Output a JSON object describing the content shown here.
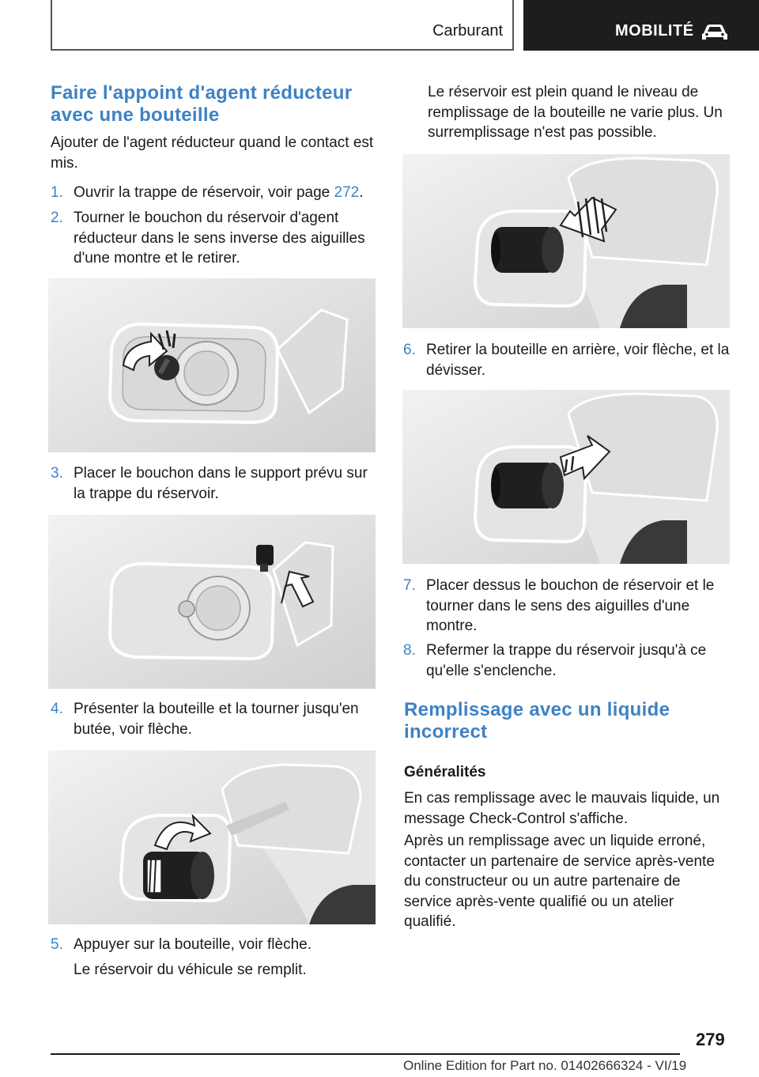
{
  "header": {
    "section": "Carburant",
    "chapter": "MOBILITÉ",
    "chapter_icon": "car-icon"
  },
  "left": {
    "heading": "Faire l'appoint d'agent réducteur avec une bouteille",
    "intro": "Ajouter de l'agent réducteur quand le contact est mis.",
    "steps": [
      {
        "num": "1.",
        "text_before": "Ouvrir la trappe de réservoir, voir page ",
        "link": "272",
        "text_after": "."
      },
      {
        "num": "2.",
        "text": "Tourner le bouchon du réservoir d'agent réducteur dans le sens inverse des aiguilles d'une montre et le retirer."
      },
      {
        "num": "3.",
        "text": "Placer le bouchon dans le support prévu sur la trappe du réservoir."
      },
      {
        "num": "4.",
        "text": "Présenter la bouteille et la tourner jusqu'en butée, voir flèche."
      },
      {
        "num": "5.",
        "text": "Appuyer sur la bouteille, voir flèche."
      }
    ],
    "step5_note": "Le réservoir du véhicule se remplit."
  },
  "right": {
    "full_para": "Le réservoir est plein quand le niveau de remplissage de la bouteille ne varie plus. Un surremplissage n'est pas possible.",
    "steps": [
      {
        "num": "6.",
        "text": "Retirer la bouteille en arrière, voir flèche, et la dévisser."
      },
      {
        "num": "7.",
        "text": "Placer dessus le bouchon de réservoir et le tourner dans le sens des aiguilles d'une montre."
      },
      {
        "num": "8.",
        "text": "Refermer la trappe du réservoir jusqu'à ce qu'elle s'enclenche."
      }
    ],
    "heading2": "Remplissage avec un liquide incorrect",
    "subheading": "Généralités",
    "para1": "En cas remplissage avec le mauvais liquide, un message Check-Control s'affiche.",
    "para2": "Après un remplissage avec un liquide erroné, contacter un partenaire de service après-vente du constructeur ou un autre partenaire de service après-vente qualifié ou un atelier qualifié."
  },
  "footer": {
    "page_number": "279",
    "edition": "Online Edition for Part no. 01402666324 - VI/19"
  },
  "colors": {
    "accent": "#3d82c4",
    "header_dark": "#1d1d1f"
  }
}
